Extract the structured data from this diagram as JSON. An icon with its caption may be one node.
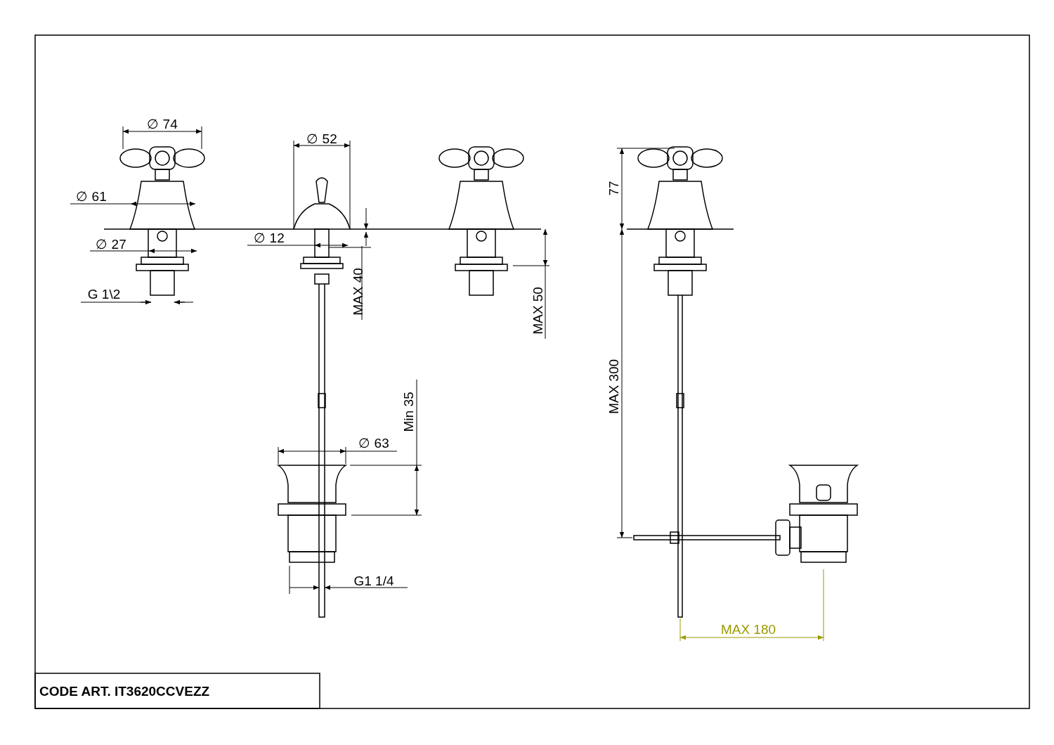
{
  "diagram": {
    "labels": [
      "∅ 74",
      "∅ 52",
      "77",
      "∅ 61",
      "∅ 27",
      "∅ 12",
      "MAX 40",
      "MAX 50",
      "G 1\\2",
      "MAX 300",
      "Min 35",
      "∅ 63",
      "G1 1/4",
      "MAX 180",
      "CODE ART. IT3620CCVEZZ"
    ]
  }
}
